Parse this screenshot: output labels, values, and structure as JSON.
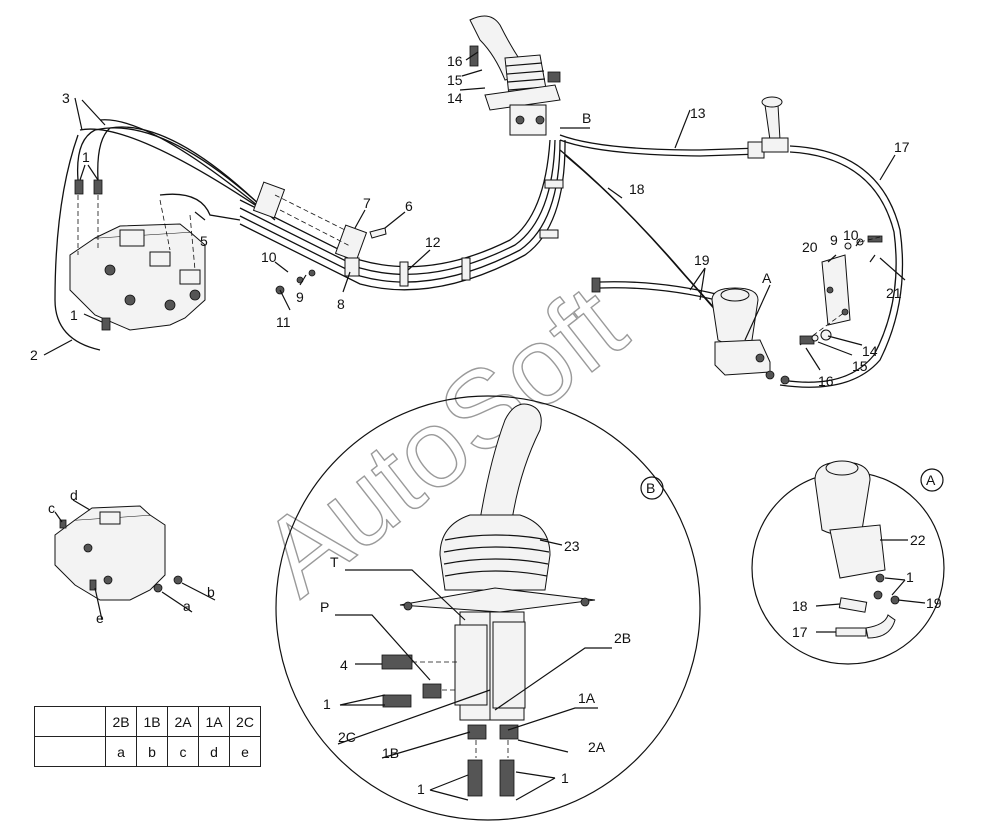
{
  "callouts": {
    "top": [
      "16",
      "15",
      "14",
      "B",
      "13",
      "17",
      "18",
      "3",
      "1",
      "5",
      "7",
      "6",
      "12",
      "10",
      "9",
      "11",
      "8",
      "20",
      "9",
      "10",
      "21",
      "19",
      "A",
      "14",
      "15",
      "16",
      "1",
      "2"
    ],
    "detail_b": [
      "B",
      "23",
      "T",
      "P",
      "4",
      "2B",
      "1",
      "1A",
      "2C",
      "1B",
      "2A",
      "1",
      "1"
    ],
    "detail_a": [
      "A",
      "22",
      "1",
      "18",
      "19",
      "17"
    ],
    "valve": [
      "d",
      "c",
      "b",
      "a",
      "e"
    ]
  },
  "watermark": "AutoSoft",
  "port_table": {
    "headers": [
      "",
      "2B",
      "1B",
      "2A",
      "1A",
      "2C"
    ],
    "values": [
      "",
      "a",
      "b",
      "c",
      "d",
      "e"
    ]
  }
}
